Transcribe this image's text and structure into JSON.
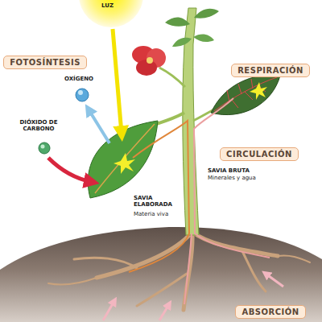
{
  "diagram": {
    "nodes": [
      {
        "text": [
          "FOTOSÍNTESIS"
        ]
      },
      {
        "text": [
          "RESPIRACIÓN"
        ]
      },
      {
        "text": [
          "CIRCULACIÓN"
        ]
      },
      {
        "text": [
          "ABSORCIÓN"
        ]
      }
    ],
    "labels": [
      "LUZ",
      "OXÍGENO",
      "DIÓXIDO DE CARBONO",
      "SAVIA BRUTA",
      "Minerales y agua",
      "SAVIA ELABORADA",
      "Materia viva"
    ]
  }
}
